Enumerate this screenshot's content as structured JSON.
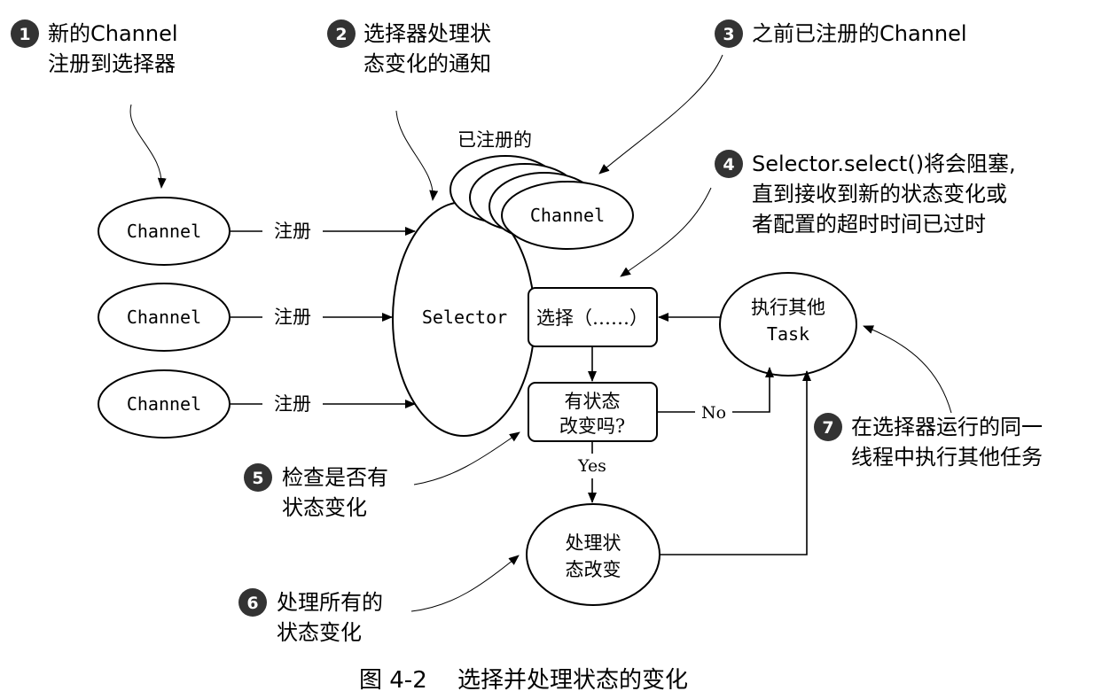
{
  "colors": {
    "ink": "#000000",
    "badge": "#333333",
    "background": "#ffffff"
  },
  "callouts": [
    {
      "num": "1",
      "lines": [
        "新的Channel",
        "注册到选择器"
      ]
    },
    {
      "num": "2",
      "lines": [
        "选择器处理状",
        "态变化的通知"
      ]
    },
    {
      "num": "3",
      "lines": [
        "之前已注册的Channel"
      ]
    },
    {
      "num": "4",
      "lines": [
        "Selector.select()将会阻塞,",
        "直到接收到新的状态变化或",
        "者配置的超时时间已过时"
      ]
    },
    {
      "num": "5",
      "lines": [
        "检查是否有",
        "状态变化"
      ]
    },
    {
      "num": "6",
      "lines": [
        "处理所有的",
        "状态变化"
      ]
    },
    {
      "num": "7",
      "lines": [
        "在选择器运行的同一",
        "线程中执行其他任务"
      ]
    }
  ],
  "diagram": {
    "channel_label": "Channel",
    "register_label": "注册",
    "registered_label": "已注册的",
    "selector_label": "Selector",
    "select_box_label": "选择（……）",
    "check_box_lines": [
      "有状态",
      "改变吗?"
    ],
    "no_label": "No",
    "yes_label": "Yes",
    "process_lines": [
      "处理状",
      "态改变"
    ],
    "task_lines": [
      "执行其他",
      "Task"
    ]
  },
  "caption": {
    "figure": "图 4-2",
    "title": "选择并处理状态的变化"
  }
}
